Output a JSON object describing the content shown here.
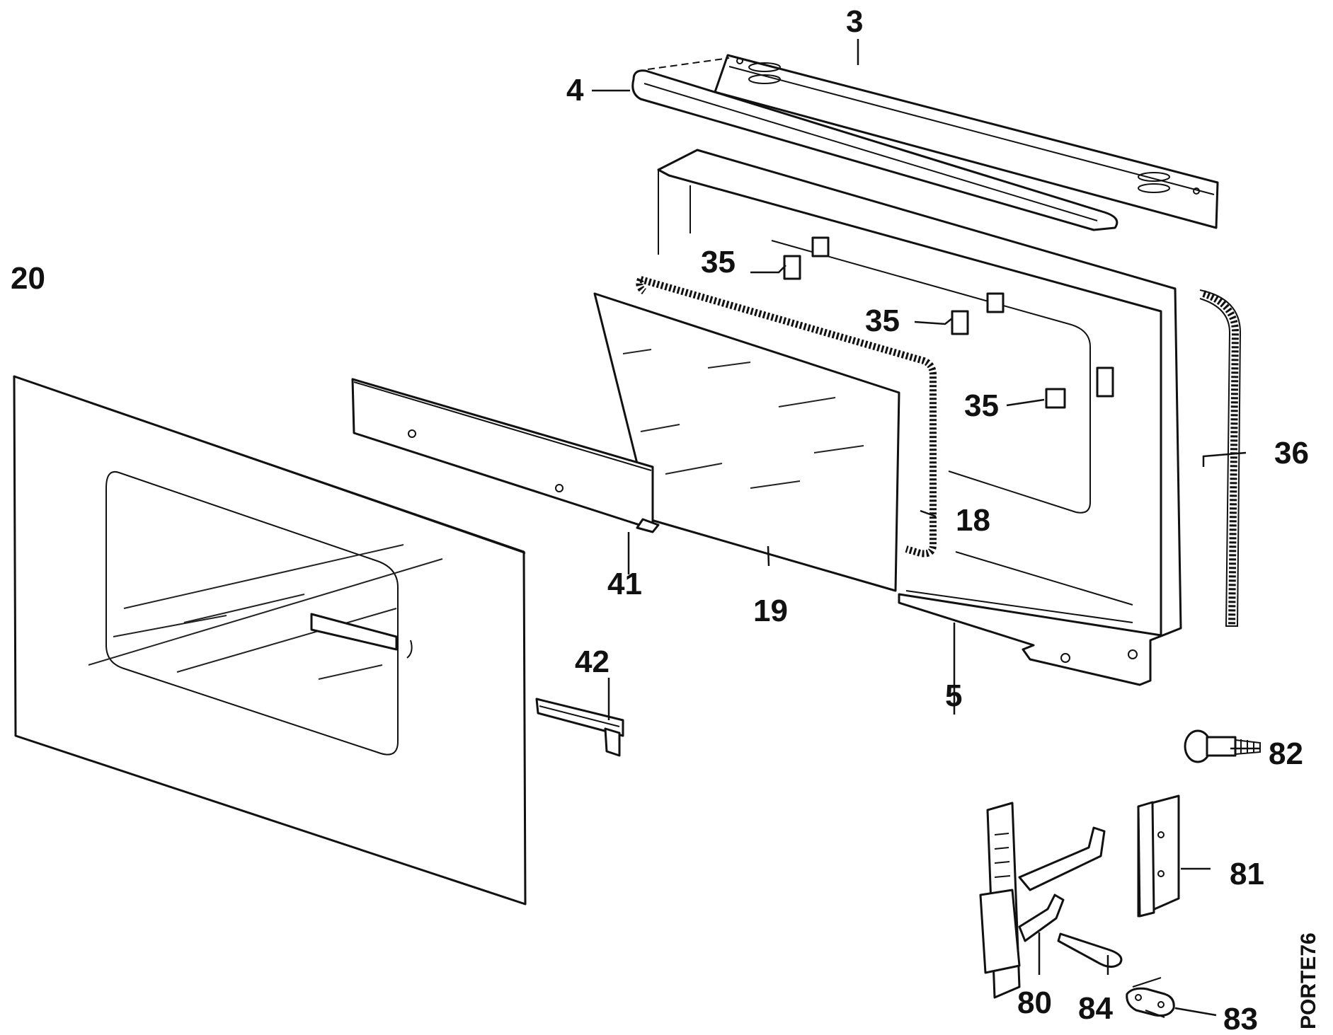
{
  "diagram": {
    "code": "PORTE76",
    "callouts": {
      "c3": "3",
      "c4": "4",
      "c5": "5",
      "c18": "18",
      "c19": "19",
      "c20": "20",
      "c35a": "35",
      "c35b": "35",
      "c35c": "35",
      "c36": "36",
      "c41": "41",
      "c42": "42",
      "c80": "80",
      "c81": "81",
      "c82": "82",
      "c83": "83",
      "c84": "84"
    }
  }
}
